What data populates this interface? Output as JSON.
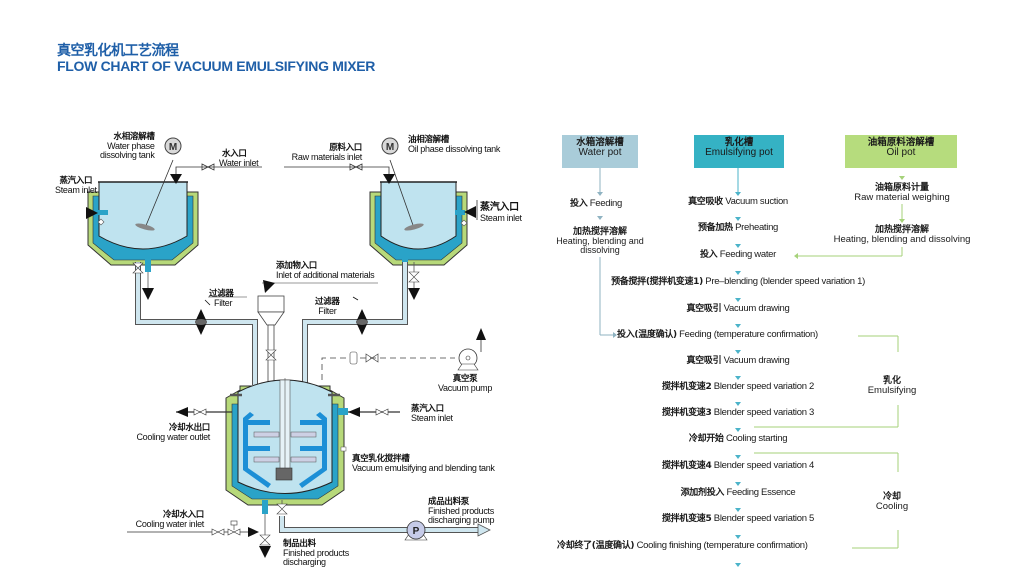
{
  "title": {
    "cn": "真空乳化机工艺流程",
    "en": "FLOW CHART OF VACUUM EMULSIFYING MIXER"
  },
  "colors": {
    "title_blue": "#1f5fa8",
    "tank_fill": "#bfe3ef",
    "jacket_blue": "#2aa3c8",
    "jacket_green": "#b7d97a",
    "water_pot_box": "#a9ccd9",
    "emulsifying_pot_box": "#35b2c4",
    "oil_pot_box": "#b6dc7d",
    "arrow_blue": "#4bb3c9",
    "line_green": "#a6d27a"
  },
  "diagram_labels": {
    "water_tank": {
      "cn": "水相溶解槽",
      "en1": "Water phase",
      "en2": "dissolving tank"
    },
    "water_inlet": {
      "cn": "水入口",
      "en": "Water inlet"
    },
    "steam_inlet_left": {
      "cn": "蒸汽入口",
      "en": "Steam inlet"
    },
    "raw_inlet": {
      "cn": "原料入口",
      "en": "Raw materials inlet"
    },
    "oil_tank": {
      "cn": "油相溶解槽",
      "en": "Oil phase dissolving tank"
    },
    "steam_inlet_right": {
      "cn": "蒸汽入口",
      "en": "Steam inlet"
    },
    "additional_inlet": {
      "cn": "添加物入口",
      "en": "Inlet of additional materials"
    },
    "filter_left": {
      "cn": "过滤器",
      "en": "Filter"
    },
    "filter_right": {
      "cn": "过滤器",
      "en": "Filter"
    },
    "vacuum_pump": {
      "cn": "真空泵",
      "en": "Vacuum pump"
    },
    "cooling_outlet": {
      "cn": "冷却水出口",
      "en": "Cooling water outlet"
    },
    "steam_inlet_main": {
      "cn": "蒸汽入口",
      "en": "Steam inlet"
    },
    "main_tank": {
      "cn": "真空乳化搅拌槽",
      "en": "Vacuum emulsifying and blending tank"
    },
    "discharge_pump": {
      "cn": "成品出料泵",
      "en1": "Finished products",
      "en2": "discharging pump"
    },
    "cooling_inlet": {
      "cn": "冷却水入口",
      "en": "Cooling water inlet"
    },
    "discharging": {
      "cn": "制品出料",
      "en1": "Finished products",
      "en2": "discharging"
    },
    "motor_symbol": "M",
    "pump_symbol": "P"
  },
  "flowchart": {
    "headers": [
      {
        "cn": "水箱溶解槽",
        "en": "Water pot"
      },
      {
        "cn": "乳化槽",
        "en": "Emulsifying pot"
      },
      {
        "cn": "油箱原料溶解槽",
        "en": "Oil pot"
      }
    ],
    "water_steps": [
      {
        "cn": "投入",
        "en": "Feeding"
      },
      {
        "cn": "加热搅拌溶解",
        "en1": "Heating, blending and",
        "en2": "dissolving"
      }
    ],
    "oil_steps": [
      {
        "cn": "油箱原料计量",
        "en": "Raw material weighing"
      },
      {
        "cn": "加热搅拌溶解",
        "en": "Heating, blending and dissolving"
      }
    ],
    "main_steps": [
      {
        "cn": "真空吸收",
        "en": "Vacuum suction"
      },
      {
        "cn": "预备加热",
        "en": "Preheating"
      },
      {
        "cn": "投入",
        "en": "Feeding water"
      },
      {
        "cn": "预备搅拌(搅拌机变速1)",
        "en": "Pre–blending (blender speed variation 1)"
      },
      {
        "cn": "真空吸引",
        "en": "Vacuum drawing"
      },
      {
        "cn": "投入(温度确认)",
        "en": "Feeding (temperature confirmation)"
      },
      {
        "cn": "真空吸引",
        "en": "Vacuum drawing"
      },
      {
        "cn": "搅拌机变速2",
        "en": "Blender speed variation 2"
      },
      {
        "cn": "搅拌机变速3",
        "en": "Blender speed variation 3"
      },
      {
        "cn": "冷却开始",
        "en": "Cooling starting"
      },
      {
        "cn": "搅拌机变速4",
        "en": "Blender speed variation 4"
      },
      {
        "cn": "添加剂投入",
        "en": "Feeding Essence"
      },
      {
        "cn": "搅拌机变速5",
        "en": "Blender speed variation 5"
      },
      {
        "cn": "冷却终了(温度确认)",
        "en": "Cooling finishing (temperature confirmation)"
      }
    ],
    "phases": [
      {
        "cn": "乳化",
        "en": "Emulsifying"
      },
      {
        "cn": "冷却",
        "en": "Cooling"
      }
    ]
  }
}
